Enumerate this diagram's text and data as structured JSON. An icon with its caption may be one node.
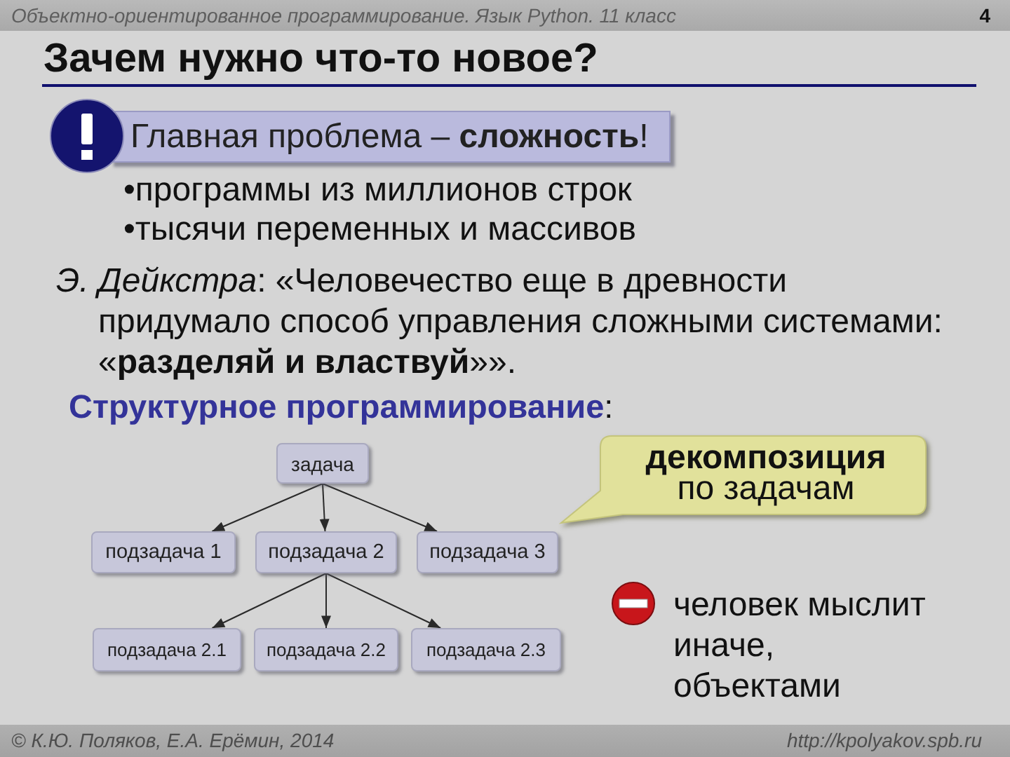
{
  "diagram": {
    "title": "Зачем нужно что-то новое?",
    "nodes": [
      {
        "text": [
          "Главная проблема – **сложность**!"
        ]
      },
      {
        "text": [
          "задача"
        ]
      },
      {
        "text": [
          "подзадача 1"
        ]
      },
      {
        "text": [
          "подзадача 2"
        ]
      },
      {
        "text": [
          "подзадача 3"
        ]
      },
      {
        "text": [
          "подзадача 2.1"
        ]
      },
      {
        "text": [
          "подзадача 2.2"
        ]
      },
      {
        "text": [
          "подзадача 2.3"
        ]
      },
      {
        "text": [
          "декомпозиция",
          "по задачам"
        ]
      }
    ],
    "edges": [
      {
        "from": 1,
        "to": 2,
        "arrow": "to"
      },
      {
        "from": 1,
        "to": 3,
        "arrow": "to"
      },
      {
        "from": 1,
        "to": 4,
        "arrow": "to"
      },
      {
        "from": 3,
        "to": 5,
        "arrow": "to"
      },
      {
        "from": 3,
        "to": 6,
        "arrow": "to"
      },
      {
        "from": 3,
        "to": 7,
        "arrow": "to"
      }
    ],
    "labels": [
      "Объектно-ориентированное программирование. Язык Python. 11 класс",
      "4",
      "•программы из миллионов строк",
      "•тысячи переменных и массивов",
      "*Э. Дейкстра*: «Человечество еще в древности придумало способ управления сложными системами: «**разделяй и властвуй**»».",
      "**Структурное программирование**:",
      "человек мыслит иначе, объектами",
      "© К.Ю. Поляков, Е.А. Ерёмин, 2014",
      "http://kpolyakov.spb.ru"
    ]
  }
}
